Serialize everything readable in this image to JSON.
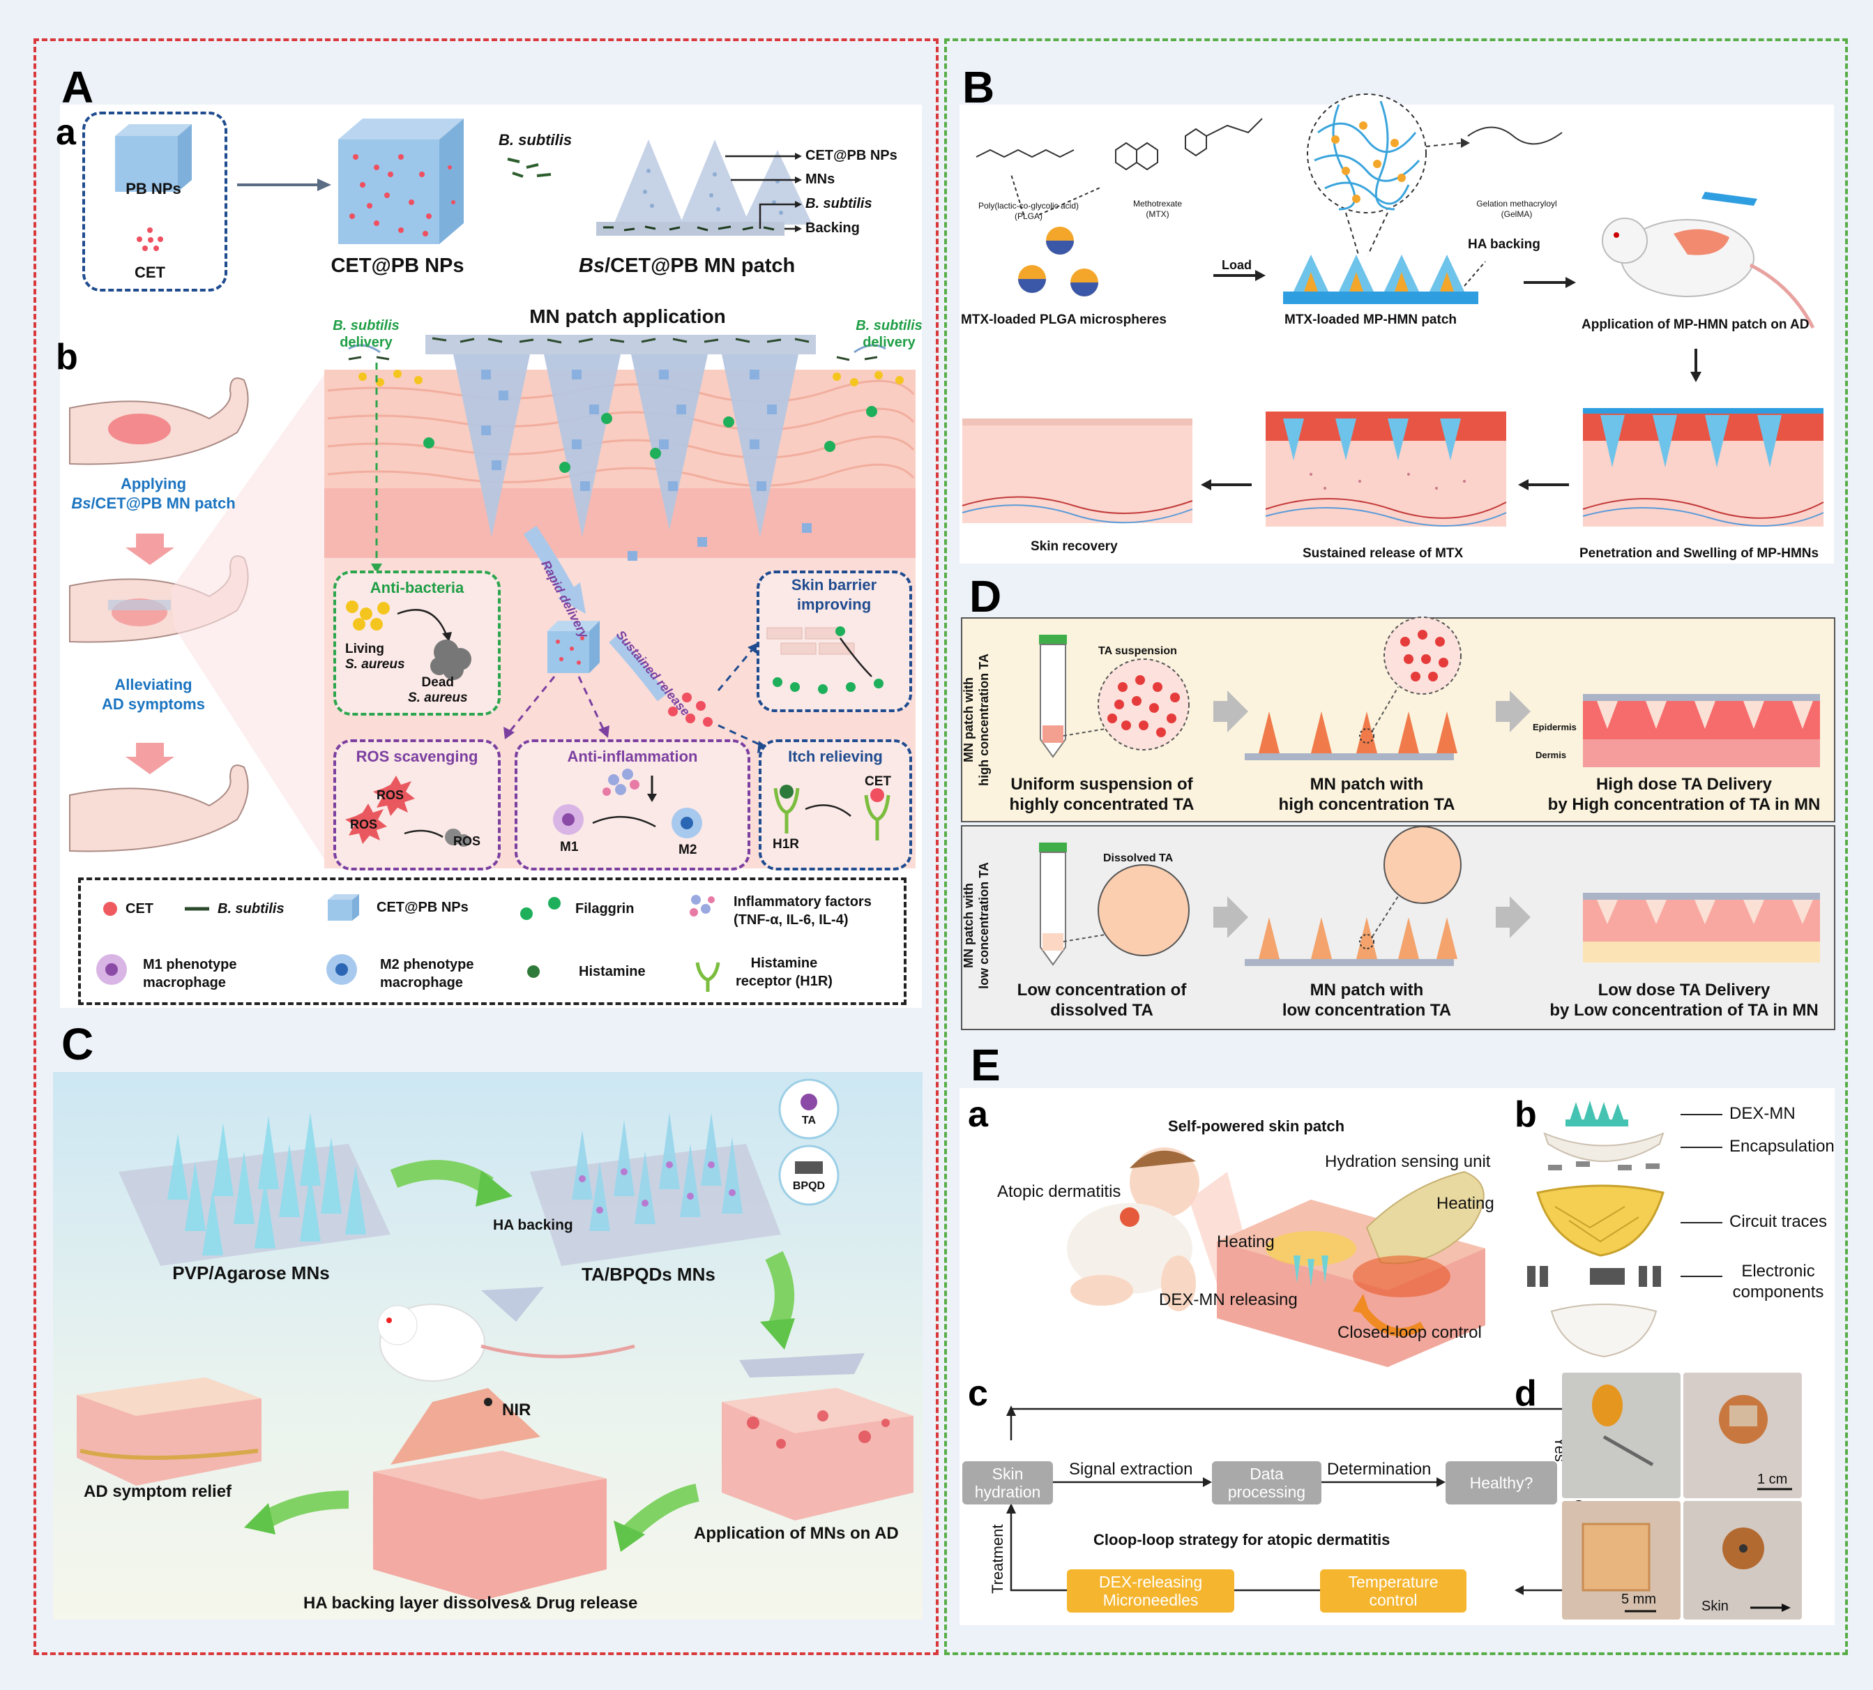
{
  "panelA": {
    "letter": "A",
    "a": {
      "sub": "a",
      "pb_nps": "PB NPs",
      "cet": "CET",
      "cet_pb": "CET@PB NPs",
      "bsub": "B. subtilis",
      "patch_title_italic": "Bs",
      "patch_title_rest": "/CET@PB MN patch",
      "callouts": [
        "CET@PB NPs",
        "MNs",
        "B. subtilis",
        "Backing"
      ]
    },
    "b": {
      "sub": "b",
      "mn_app": "MN patch application",
      "bs_delivery_1": "B. subtilis",
      "bs_delivery_2": "delivery",
      "applying_1": "Applying",
      "applying_2_italic": "Bs",
      "applying_2_rest": "/CET@PB MN patch",
      "alleviating_1": "Alleviating",
      "alleviating_2": "AD symptoms",
      "rapid": "Rapid delivery",
      "sustained": "Sustained release",
      "anti_bacteria": "Anti-bacteria",
      "living": "Living",
      "s_aureus": "S. aureus",
      "dead": "Dead",
      "skin_barrier_1": "Skin barrier",
      "skin_barrier_2": "improving",
      "ros_title": "ROS scavenging",
      "ros": "ROS",
      "anti_inflam": "Anti-inflammation",
      "m1": "M1",
      "m2": "M2",
      "itch": "Itch relieving",
      "h1r": "H1R",
      "cet": "CET"
    },
    "legend": {
      "cet": "CET",
      "bsub": "B. subtilis",
      "cetpb": "CET@PB NPs",
      "filaggrin": "Filaggrin",
      "inflam_1": "Inflammatory factors",
      "inflam_2": "(TNF-α, IL-6, IL-4)",
      "m1_1": "M1 phenotype",
      "m1_2": "macrophage",
      "m2_1": "M2 phenotype",
      "m2_2": "macrophage",
      "histamine": "Histamine",
      "h1r_1": "Histamine",
      "h1r_2": "receptor (H1R)"
    }
  },
  "panelB": {
    "letter": "B",
    "plga_1": "Poly(lactic-co-glycolic acid)",
    "plga_2": "(PLGA)",
    "mtx_1": "Methotrexate",
    "mtx_2": "(MTX)",
    "gelma": "Gelation methacryloyl",
    "gelma_2": "(GelMA)",
    "load": "Load",
    "ha_backing": "HA backing",
    "microspheres": "MTX-loaded PLGA microspheres",
    "patch": "MTX-loaded  MP-HMN patch",
    "application": "Application of MP-HMN patch on AD",
    "recovery": "Skin recovery",
    "sustained": "Sustained release of MTX",
    "penetration": "Penetration and Swelling of MP-HMNs"
  },
  "panelC": {
    "letter": "C",
    "pvp": "PVP/Agarose MNs",
    "ta_bpqd": "TA/BPQDs MNs",
    "ha_backing": "HA backing",
    "ta": "TA",
    "bpqd": "BPQD",
    "nir": "NIR",
    "relief": "AD symptom relief",
    "application": "Application of MNs on AD",
    "dissolve": "HA backing layer dissolves& Drug release"
  },
  "panelD": {
    "letter": "D",
    "side_high_1": "MN patch with",
    "side_high_2": "high concentration TA",
    "side_low_1": "MN patch with",
    "side_low_2": "low concentration TA",
    "ta_susp": "TA suspension",
    "dissolved": "Dissolved  TA",
    "epidermis": "Epidermis",
    "dermis": "Dermis",
    "high_1a": "Uniform suspension of",
    "high_1b": "highly concentrated TA",
    "high_2a": "MN patch with",
    "high_2b": "high concentration TA",
    "high_3a": "High dose TA Delivery",
    "high_3b": "by High concentration of TA in MN",
    "low_1a": "Low concentration of",
    "low_1b": "dissolved TA",
    "low_2a": "MN patch with",
    "low_2b": "low concentration TA",
    "low_3a": "Low dose TA Delivery",
    "low_3b": "by Low concentration of TA in MN"
  },
  "panelE": {
    "letter": "E",
    "a": "a",
    "b": "b",
    "c": "c",
    "d": "d",
    "self_powered": "Self-powered skin patch",
    "atopic": "Atopic dermatitis",
    "hydration": "Hydration sensing unit",
    "heating": "Heating",
    "heating2": "Heating",
    "dex_releasing": "DEX-MN releasing",
    "closed_loop": "Closed-loop control",
    "layers": [
      "DEX-MN",
      "Encapsulation",
      "Circuit traces",
      "Electronic",
      "components"
    ],
    "skin_hydration_1": "Skin",
    "skin_hydration_2": "hydration",
    "signal": "Signal extraction",
    "data_1": "Data",
    "data_2": "processing",
    "determination": "Determination",
    "healthy": "Healthy?",
    "yes": "Yes",
    "no": "No",
    "treatment": "Treatment",
    "strategy": "Cloop-loop strategy for atopic dermatitis",
    "dex_mn_1": "DEX-releasing",
    "dex_mn_2": "Microneedles",
    "temp_1": "Temperature",
    "temp_2": "control",
    "scale_1cm": "1 cm",
    "scale_5mm": "5 mm",
    "skin_arrow": "Skin"
  }
}
